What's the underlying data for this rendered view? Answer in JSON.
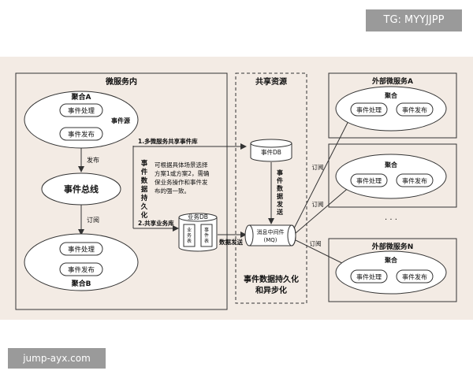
{
  "watermark_top": "TG: MYYJJPP",
  "watermark_bottom": "jump-ayx.com",
  "internal": {
    "title": "微服务内",
    "aggregate_a": {
      "label": "聚合A",
      "handle": "事件处理",
      "publish": "事件发布",
      "event_source": "事件源"
    },
    "publish_label": "发布",
    "bus": "事件总线",
    "subscribe_label": "订阅",
    "aggregate_b": {
      "label": "聚合B",
      "handle": "事件处理",
      "publish": "事件发布"
    }
  },
  "persistence": {
    "vertical_label": "事件数据持久化",
    "option1": "1.多微服务共享事件库",
    "option2": "2.共享业务库",
    "note": "可根据具体场景选择方案1或方案2，需确保业务操作和事件发布的强一致。",
    "note_lines": [
      "可根据具体场景选择",
      "方案1或方案2，需确",
      "保业务操作和事件发",
      "布的强一致。"
    ],
    "business_db": "业务DB",
    "business_table": "业务表",
    "event_table": "事件表",
    "data_send": "数据发送"
  },
  "shared": {
    "title": "共享资源",
    "event_db": "事件DB",
    "data_send_vertical": "事件数据发送",
    "mq_line1": "消息中间件",
    "mq_line2": "(MQ)",
    "caption_line1": "事件数据持久化",
    "caption_line2": "和异步化"
  },
  "external": {
    "subscribe_labels": [
      "订阅",
      "订阅",
      "订阅"
    ],
    "services": [
      {
        "title": "外部微服务A",
        "aggregate": "聚合",
        "handle": "事件处理",
        "publish": "事件发布"
      },
      {
        "title": "",
        "aggregate": "聚合",
        "handle": "事件处理",
        "publish": "事件发布"
      },
      {
        "title": "外部微服务N",
        "aggregate": "聚合",
        "handle": "事件处理",
        "publish": "事件发布"
      }
    ],
    "dots": "·  ·  ·"
  }
}
